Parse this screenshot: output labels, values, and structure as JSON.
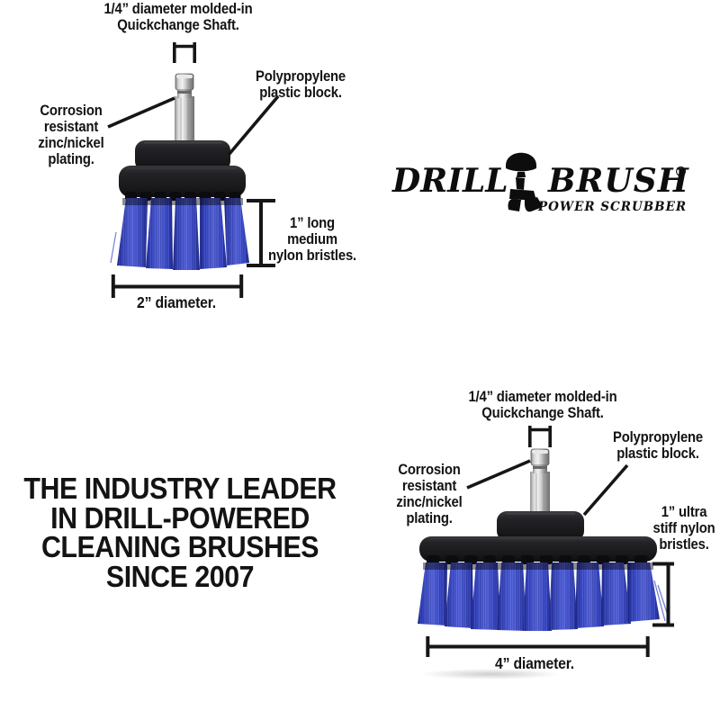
{
  "logo": {
    "drill": "DRILL",
    "brush": "BRUSH",
    "registered": "®",
    "tagline": "POWER SCRUBBER"
  },
  "headline": {
    "lines": [
      "THE INDUSTRY LEADER",
      "IN DRILL-POWERED",
      "CLEANING BRUSHES",
      "SINCE 2007"
    ]
  },
  "brush_small": {
    "labels": {
      "shaft": [
        "1/4” diameter molded-in",
        "Quickchange Shaft."
      ],
      "block": [
        "Polypropylene",
        "plastic block."
      ],
      "plating": [
        "Corrosion",
        "resistant",
        "zinc/nickel",
        "plating."
      ],
      "bristles": [
        "1” long",
        "medium",
        "nylon bristles."
      ],
      "diameter": "2” diameter."
    }
  },
  "brush_large": {
    "labels": {
      "shaft": [
        "1/4” diameter molded-in",
        "Quickchange Shaft."
      ],
      "block": [
        "Polypropylene",
        "plastic block."
      ],
      "plating": [
        "Corrosion",
        "resistant",
        "zinc/nickel",
        "plating."
      ],
      "bristles": [
        "1” ultra",
        "stiff nylon",
        "bristles."
      ],
      "diameter": "4” diameter."
    }
  },
  "colors": {
    "bg": "#ffffff",
    "ink": "#131313",
    "logo": "#0d0d0d",
    "bristle_blue": "#3a49c8",
    "bristle_blue_dark": "#1c2480",
    "bristle_blue_light": "#5a68e0",
    "block_black": "#1a1a1c",
    "shaft_silver": "#c9c9c9"
  }
}
